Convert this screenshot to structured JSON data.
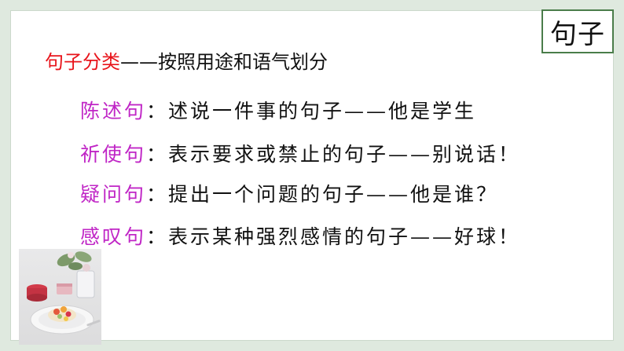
{
  "badge": {
    "label": "句子"
  },
  "subtitle": {
    "highlight": "句子分类",
    "rest": "——按照用途和语气划分"
  },
  "sentence_types": [
    {
      "term": "陈述句",
      "sep": "：",
      "desc": "述说一件事的句子——他是学生"
    },
    {
      "term": "祈使句",
      "sep": "：",
      "desc": "表示要求或禁止的句子——别说话！"
    },
    {
      "term": "疑问句",
      "sep": "：",
      "desc": "提出一个问题的句子——他是谁？"
    },
    {
      "term": "感叹句",
      "sep": "：",
      "desc": "表示某种强烈感情的句子——好球！"
    }
  ],
  "colors": {
    "accent_red": "#e8141b",
    "term_magenta": "#c026c6",
    "frame_green": "#dfe9df",
    "badge_border": "#4a7d4a"
  }
}
